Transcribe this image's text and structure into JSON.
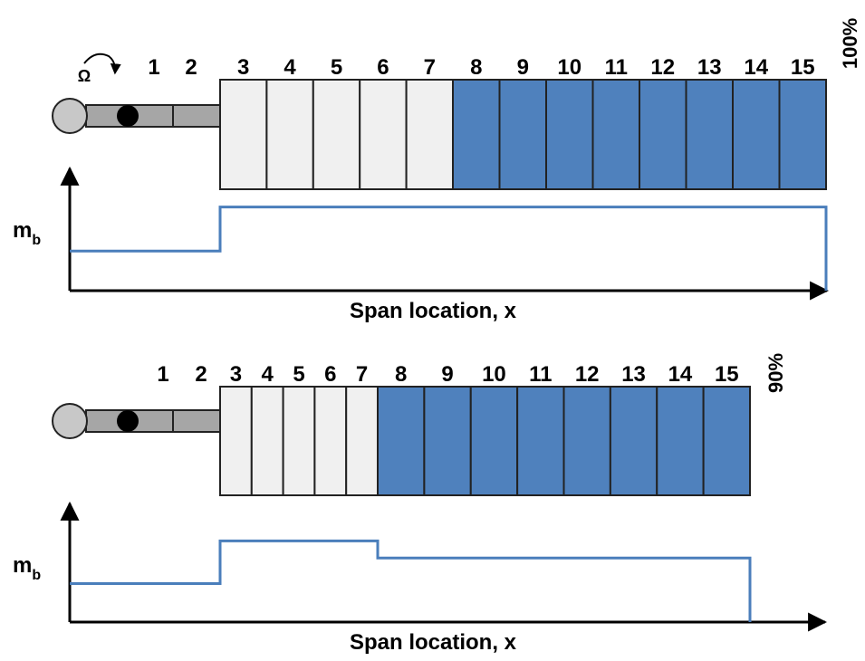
{
  "colors": {
    "light_segment": "#f0f0f0",
    "blue_segment": "#4f81bd",
    "hub": "#c8c8c8",
    "root_segment": "#a6a6a6",
    "outline": "#222222",
    "mass_line": "#4a7ebb"
  },
  "icons": {
    "rotation": "rotation-arrow-icon",
    "hub": "hub-circle",
    "pin": "pin-dot"
  },
  "panels": [
    {
      "percent_label": "100%",
      "segment_labels": [
        "1",
        "2",
        "3",
        "4",
        "5",
        "6",
        "7",
        "8",
        "9",
        "10",
        "11",
        "12",
        "13",
        "14",
        "15"
      ],
      "rotation_label": "Ω",
      "y_label_main": "m",
      "y_label_sub": "b",
      "x_label": "Span location, x",
      "light_segment_count": 5,
      "blue_segment_count": 8,
      "mass_profile": [
        {
          "from_segment": 0,
          "to_segment": 2,
          "level": 0.45
        },
        {
          "from_segment": 2,
          "to_segment": 15,
          "level": 0.95
        }
      ]
    },
    {
      "percent_label": "90%",
      "segment_labels": [
        "1",
        "2",
        "3",
        "4",
        "5",
        "6",
        "7",
        "8",
        "9",
        "10",
        "11",
        "12",
        "13",
        "14",
        "15"
      ],
      "y_label_main": "m",
      "y_label_sub": "b",
      "x_label": "Span location, x",
      "light_segment_count": 5,
      "blue_segment_count": 8,
      "mass_profile": [
        {
          "from_segment": 0,
          "to_segment": 2,
          "level": 0.45
        },
        {
          "from_segment": 2,
          "to_segment": 7,
          "level": 0.95
        },
        {
          "from_segment": 7,
          "to_segment": 15,
          "level": 0.75
        }
      ]
    }
  ]
}
